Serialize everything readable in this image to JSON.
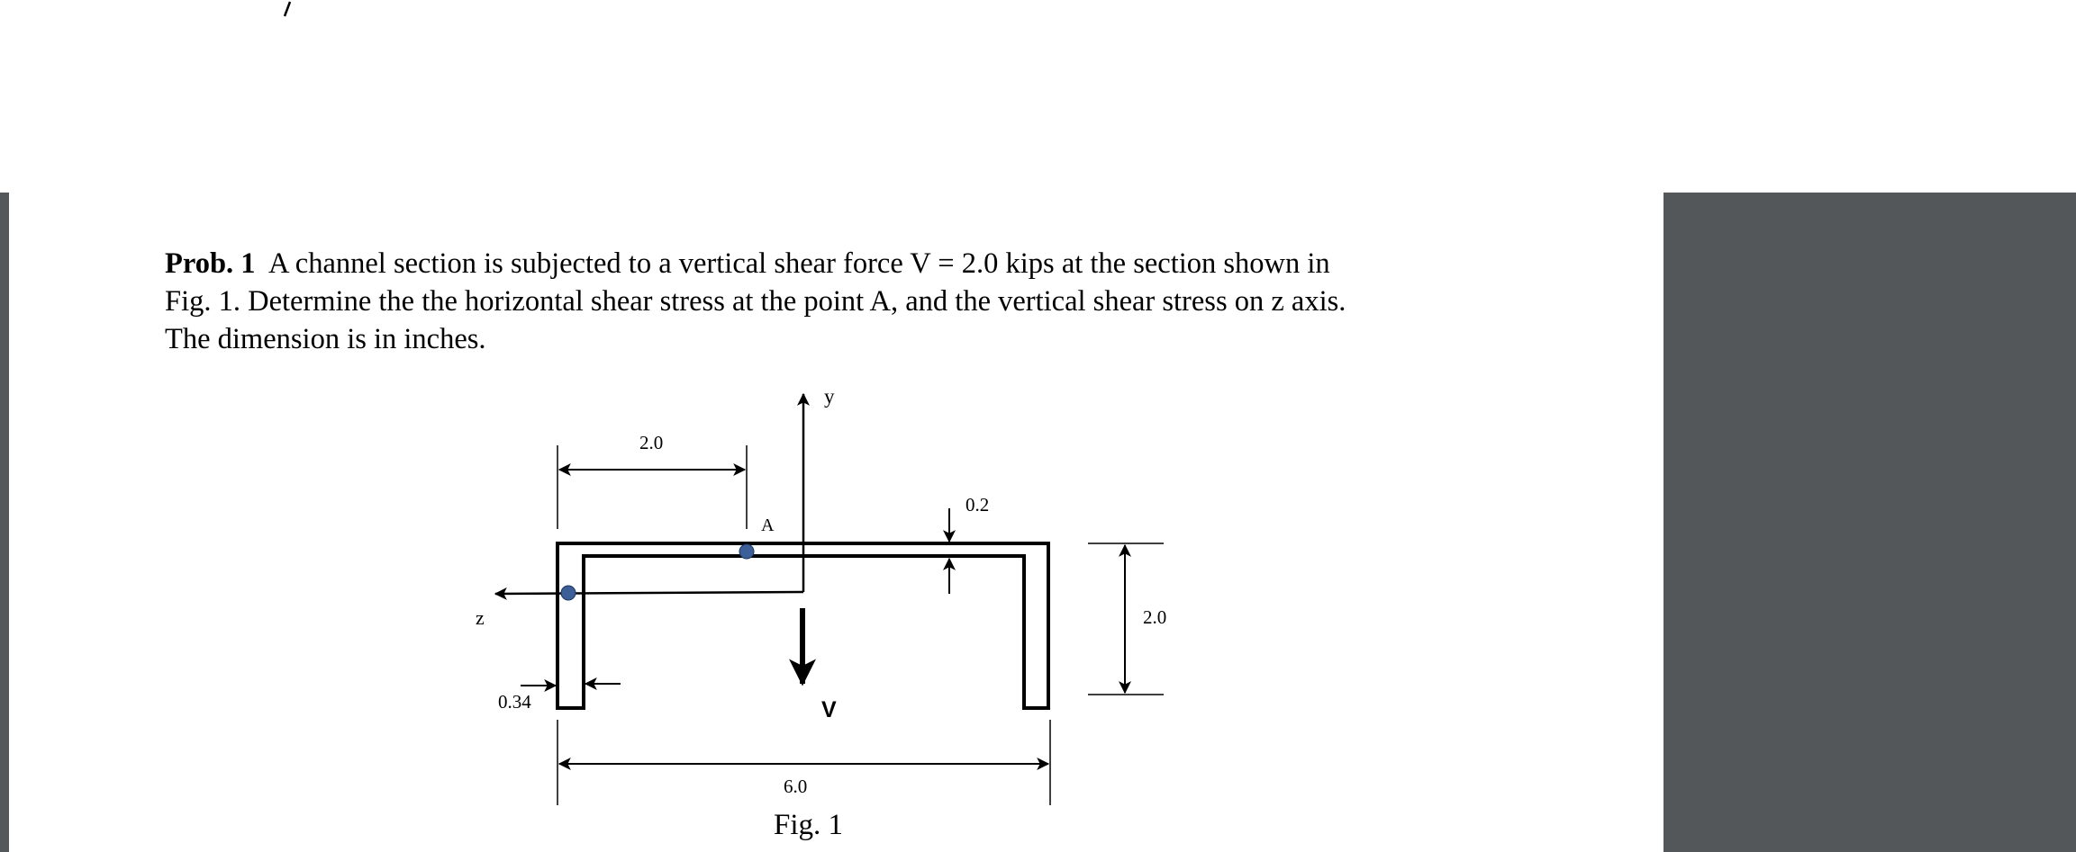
{
  "problem": {
    "label": "Prob. 1",
    "line1": "A channel section is subjected to a vertical shear force V = 2.0 kips at the section shown in",
    "line2": "Fig. 1.  Determine the the horizontal shear stress at the point A, and the vertical shear stress on z axis.",
    "line3": "The dimension is in inches."
  },
  "figure": {
    "y_axis": "y",
    "z_axis": "z",
    "point_a": "A",
    "force": "V",
    "dim_top_width": "2.0",
    "dim_flange_thickness": "0.2",
    "dim_height": "2.0",
    "dim_web_thickness": "0.34",
    "dim_total_width": "6.0",
    "caption": "Fig. 1"
  },
  "colors": {
    "page": "#ffffff",
    "side_panel": "#53575a",
    "point_fill": "#3d5f98"
  }
}
